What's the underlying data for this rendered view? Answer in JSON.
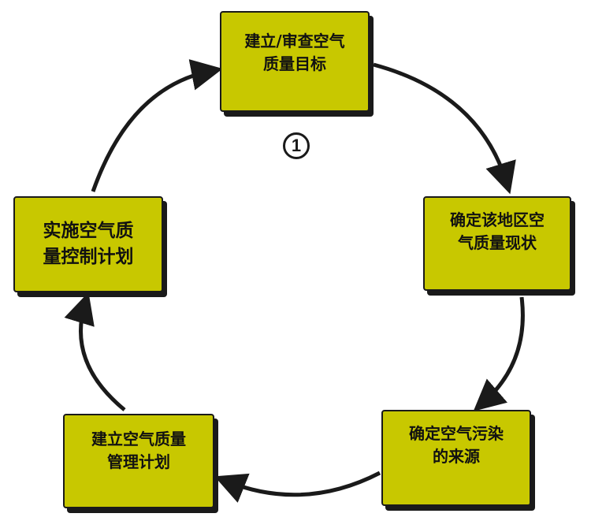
{
  "colors": {
    "box_fill": "#c8c800",
    "outline": "#1a1a1a",
    "background": "#ffffff"
  },
  "badge": {
    "label": "1",
    "icon": "circled-number-icon"
  },
  "steps": [
    {
      "text": "建立/审查空气\n质量目标"
    },
    {
      "text": "确定该地区空\n气质量现状"
    },
    {
      "text": "确定空气污染\n的来源"
    },
    {
      "text": "建立空气质量\n管理计划"
    },
    {
      "text": "实施空气质\n量控制计划"
    }
  ]
}
